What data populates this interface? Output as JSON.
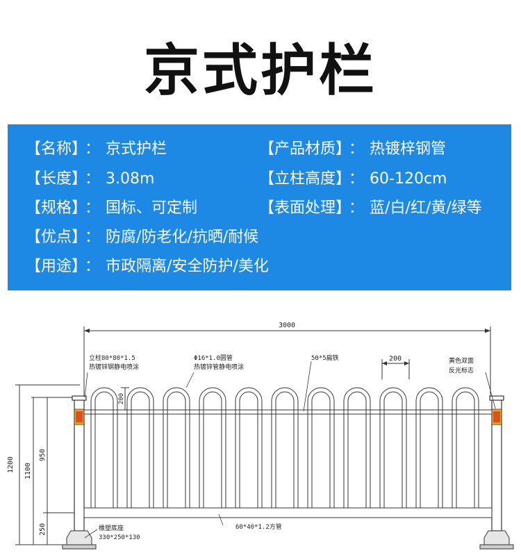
{
  "title": "京式护栏",
  "specs": {
    "separator": "：",
    "rows": [
      {
        "label": "【名称】",
        "value": "京式护栏"
      },
      {
        "label": "【长度】",
        "value": "3.08m"
      },
      {
        "label": "【规格】",
        "value": "国标、可定制"
      },
      {
        "label": "【优点】",
        "value": "防腐/防老化/抗晒/耐候"
      },
      {
        "label": "【用途】",
        "value": "市政隔离/安全防护/美化"
      },
      {
        "label": "【产品材质】",
        "value": "热镀梓钢管"
      },
      {
        "label": "【立柱高度】",
        "value": "60-120cm"
      },
      {
        "label": "【表面处理】",
        "value": "蓝/白/红/黄/绿等"
      }
    ]
  },
  "drawing": {
    "dim_total_length": "3000",
    "dim_spacing": "200",
    "dim_top_gap": "200",
    "dim_overall_height": "1200",
    "dim_post_height": "1100",
    "dim_panel_height": "950",
    "dim_base_height": "250",
    "post_note_line1": "立柱80*80*1.5",
    "post_note_line2": "热镀锌钢静电喷涂",
    "tube_note_line1": "Φ16*1.0圆管",
    "tube_note_line2": "热镀锌管静电喷涂",
    "flat_iron_note": "50*5扁铁",
    "reflector_note_line1": "黄色双面",
    "reflector_note_line2": "反光标志",
    "base_note_line1": "橡塑底座",
    "base_note_line2": "330*250*130",
    "bottom_rail_note": "60*40*1.2方管",
    "colors": {
      "panel_blue": "#1e88e5",
      "reflector_yellow": "#f5a623",
      "reflector_red": "#d9531e",
      "line": "#333333"
    }
  }
}
